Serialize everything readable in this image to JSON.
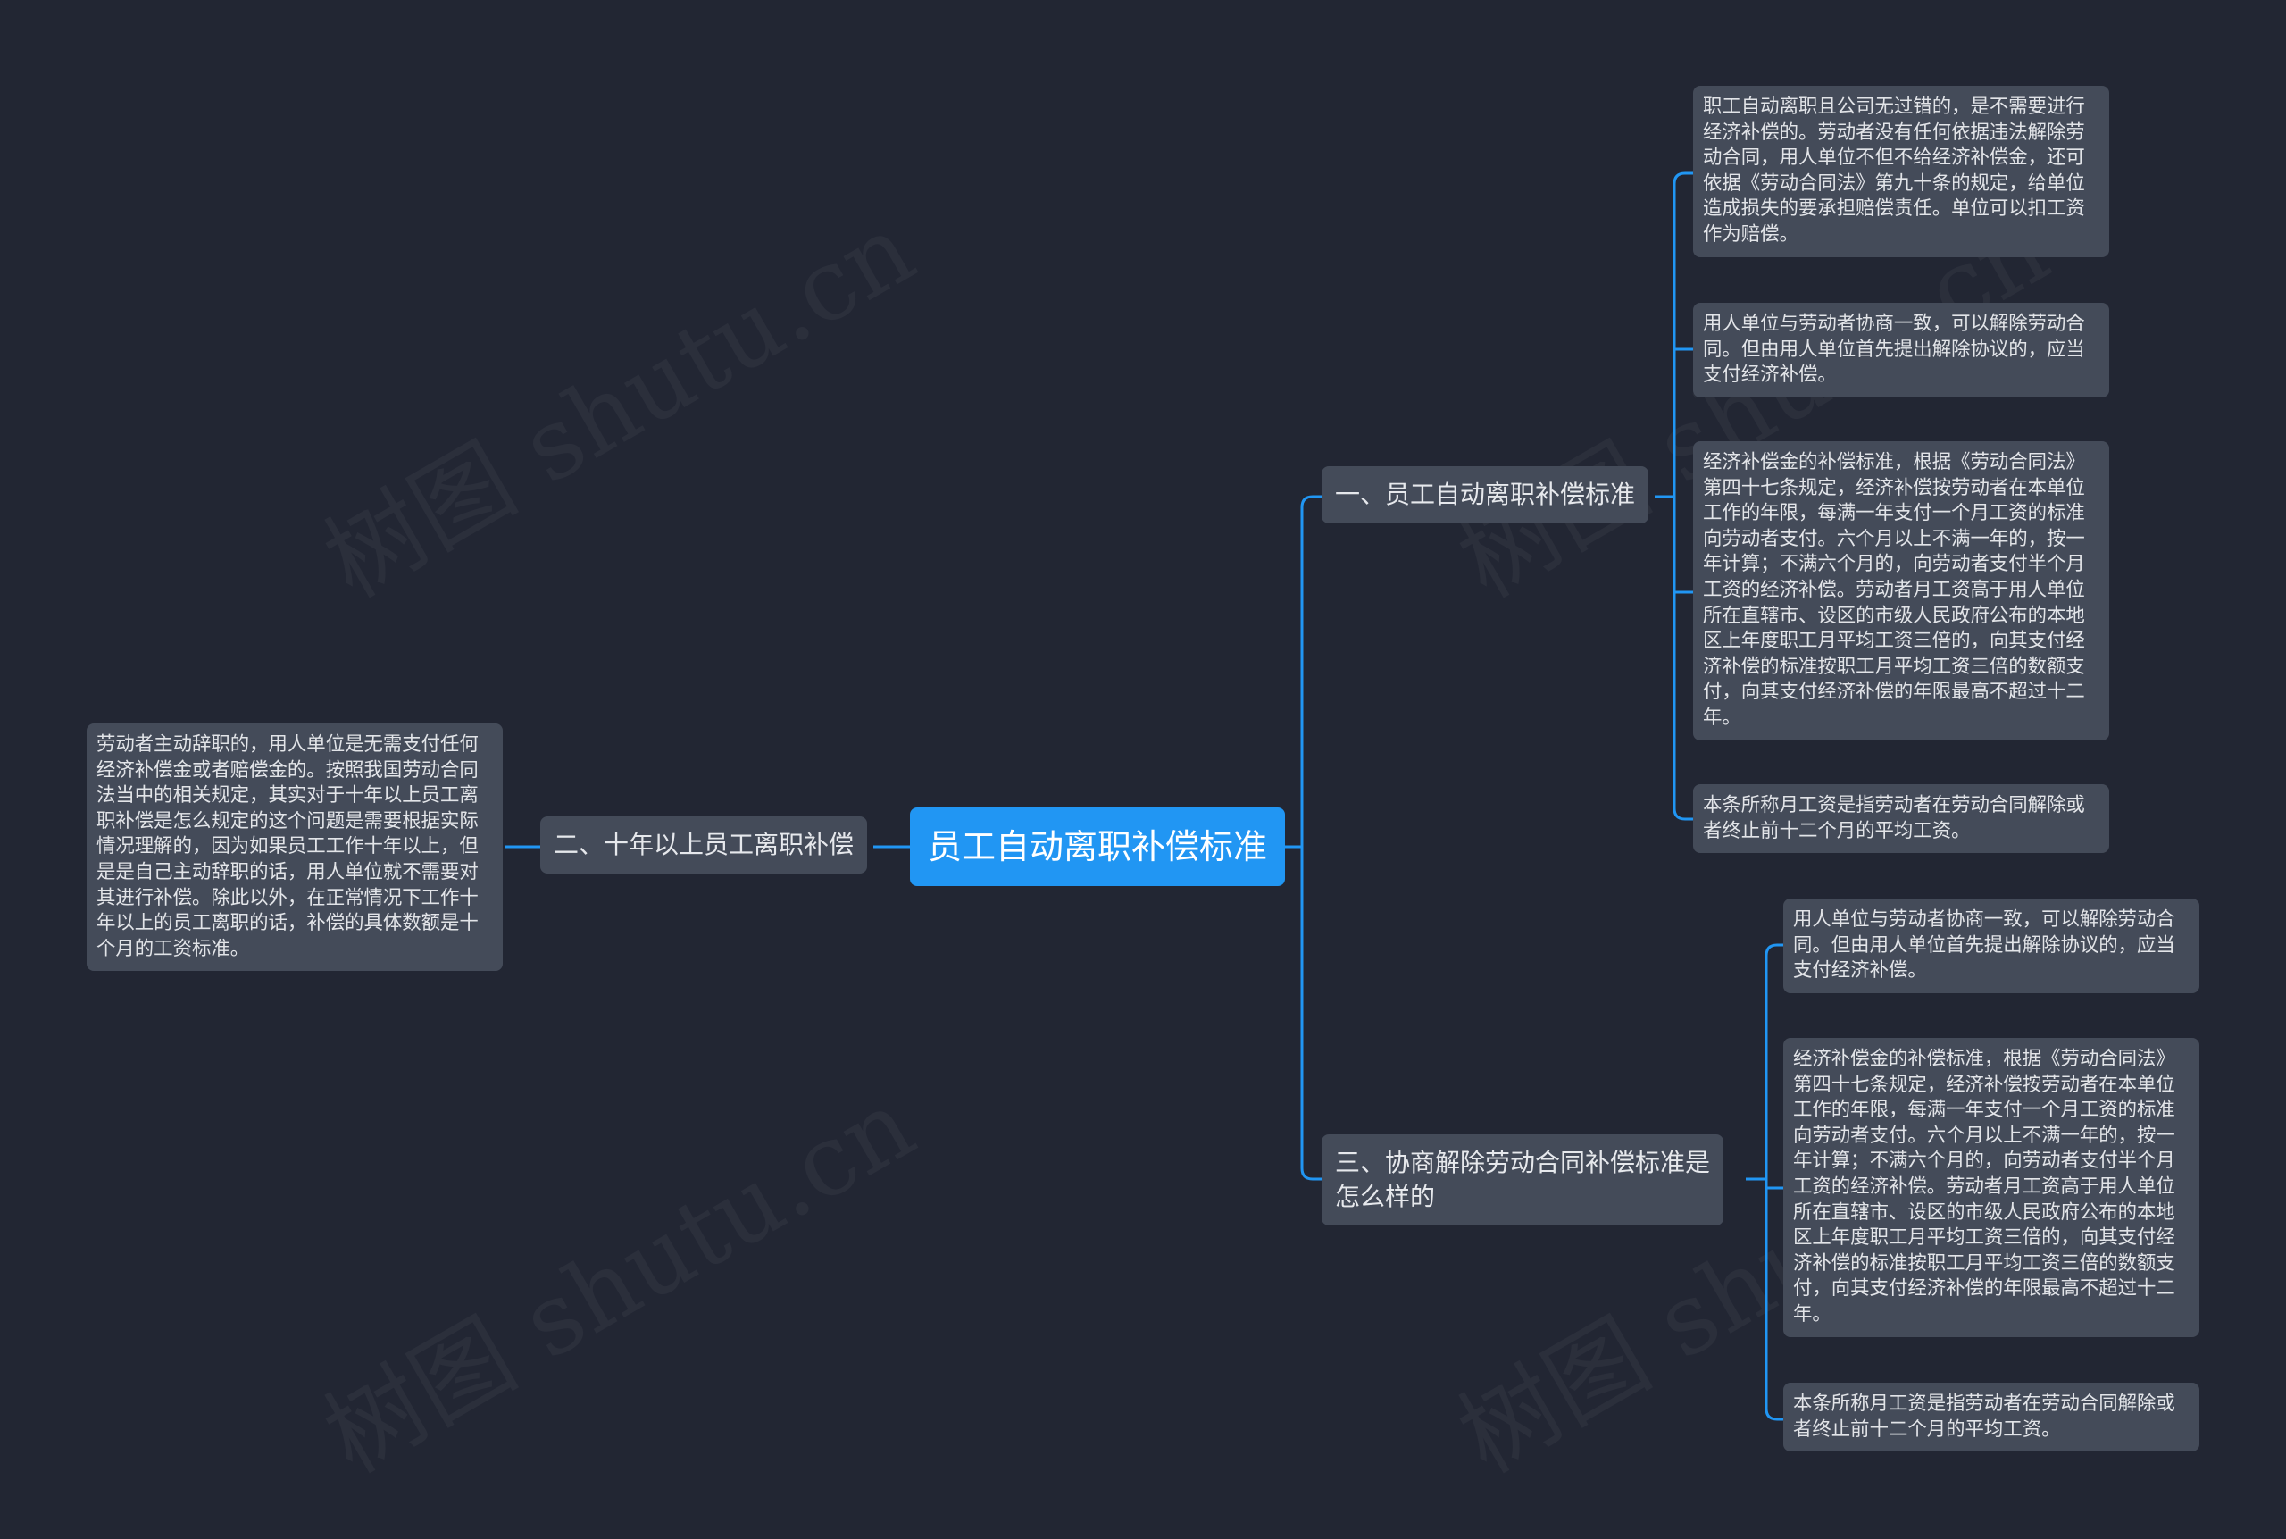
{
  "watermarks": [
    "树图 shutu.cn",
    "树图 shutu.cn",
    "树图 shutu.cn",
    "树图 shutu.cn"
  ],
  "colors": {
    "background": "#222633",
    "root": "#2196f3",
    "node": "#444b59",
    "line": "#2196f3"
  },
  "root": {
    "label": "员工自动离职补偿标准"
  },
  "branches": [
    {
      "label": "一、员工自动离职补偿标准",
      "leaves": [
        {
          "lines": [
            "职工自动离职且公司无过错的，是不需要进行",
            "经济补偿的。劳动者没有任何依据违法解除劳",
            "动合同，用人单位不但不给经济补偿金，还可",
            "依据《劳动合同法》第九十条的规定，给单位",
            "造成损失的要承担赔偿责任。单位可以扣工资",
            "作为赔偿。"
          ]
        },
        {
          "lines": [
            "用人单位与劳动者协商一致，可以解除劳动合",
            "同。但由用人单位首先提出解除协议的，应当",
            "支付经济补偿。"
          ]
        },
        {
          "lines": [
            "经济补偿金的补偿标准，根据《劳动合同法》",
            "第四十七条规定，经济补偿按劳动者在本单位",
            "工作的年限，每满一年支付一个月工资的标准",
            "向劳动者支付。六个月以上不满一年的，按一",
            "年计算；不满六个月的，向劳动者支付半个月",
            "工资的经济补偿。劳动者月工资高于用人单位",
            "所在直辖市、设区的市级人民政府公布的本地",
            "区上年度职工月平均工资三倍的，向其支付经",
            "济补偿的标准按职工月平均工资三倍的数额支",
            "付，向其支付经济补偿的年限最高不超过十二",
            "年。"
          ]
        },
        {
          "lines": [
            "本条所称月工资是指劳动者在劳动合同解除或",
            "者终止前十二个月的平均工资。"
          ]
        }
      ]
    },
    {
      "label": "二、十年以上员工离职补偿",
      "leaves": [
        {
          "lines": [
            "劳动者主动辞职的，用人单位是无需支付任何",
            "经济补偿金或者赔偿金的。按照我国劳动合同",
            "法当中的相关规定，其实对于十年以上员工离",
            "职补偿是怎么规定的这个问题是需要根据实际",
            "情况理解的，因为如果员工工作十年以上，但",
            "是是自己主动辞职的话，用人单位就不需要对",
            "其进行补偿。除此以外，在正常情况下工作十",
            "年以上的员工离职的话，补偿的具体数额是十",
            "个月的工资标准。"
          ]
        }
      ]
    },
    {
      "label_lines": [
        "三、协商解除劳动合同补偿标准是",
        "怎么样的"
      ],
      "leaves": [
        {
          "lines": [
            "用人单位与劳动者协商一致，可以解除劳动合",
            "同。但由用人单位首先提出解除协议的，应当",
            "支付经济补偿。"
          ]
        },
        {
          "lines": [
            "经济补偿金的补偿标准，根据《劳动合同法》",
            "第四十七条规定，经济补偿按劳动者在本单位",
            "工作的年限，每满一年支付一个月工资的标准",
            "向劳动者支付。六个月以上不满一年的，按一",
            "年计算；不满六个月的，向劳动者支付半个月",
            "工资的经济补偿。劳动者月工资高于用人单位",
            "所在直辖市、设区的市级人民政府公布的本地",
            "区上年度职工月平均工资三倍的，向其支付经",
            "济补偿的标准按职工月平均工资三倍的数额支",
            "付，向其支付经济补偿的年限最高不超过十二",
            "年。"
          ]
        },
        {
          "lines": [
            "本条所称月工资是指劳动者在劳动合同解除或",
            "者终止前十二个月的平均工资。"
          ]
        }
      ]
    }
  ]
}
